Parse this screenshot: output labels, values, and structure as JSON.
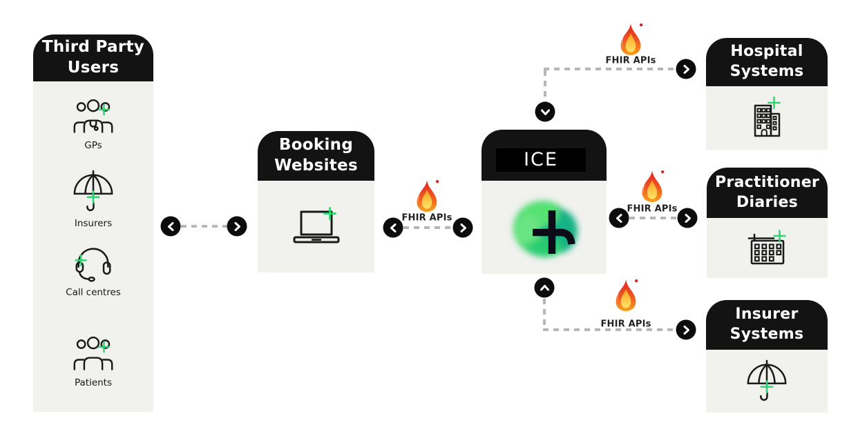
{
  "colors": {
    "header_bg": "#131313",
    "panel_bg": "#f1f1ee",
    "accent_green": "#2ed573",
    "dash_gray": "#b6b6b6",
    "flame_red": "#e0201f",
    "flame_orange": "#f68b1f",
    "flame_yellow": "#ffe46b",
    "ice_green": "#45d96e",
    "ice_teal": "#12b285",
    "canvas_bg": "#ffffff"
  },
  "nodes": {
    "third_party": {
      "title": "Third Party Users",
      "items": [
        {
          "label": "GPs",
          "icon": "gps-doctors-icon"
        },
        {
          "label": "Insurers",
          "icon": "umbrella-icon"
        },
        {
          "label": "Call centres",
          "icon": "headset-icon"
        },
        {
          "label": "Patients",
          "icon": "people-group-icon"
        }
      ]
    },
    "booking": {
      "title": "Booking Websites",
      "icon": "laptop-icon"
    },
    "ice": {
      "title": "ICE",
      "icon": "ice-plus-logo"
    },
    "hospital": {
      "title": "Hospital Systems",
      "icon": "hospital-building-icon"
    },
    "diaries": {
      "title": "Practitioner Diaries",
      "icon": "calendar-icon"
    },
    "insurer": {
      "title": "Insurer Systems",
      "icon": "umbrella-icon"
    }
  },
  "connectors": {
    "links": [
      {
        "from": "Third Party Users",
        "to": "Booking Websites",
        "label": ""
      },
      {
        "from": "Booking Websites",
        "to": "ICE",
        "label": "FHIR APIs"
      },
      {
        "from": "ICE",
        "to": "Hospital Systems",
        "label": "FHIR APIs"
      },
      {
        "from": "ICE",
        "to": "Practitioner Diaries",
        "label": "FHIR APIs"
      },
      {
        "from": "ICE",
        "to": "Insurer Systems",
        "label": "FHIR APIs"
      }
    ]
  }
}
